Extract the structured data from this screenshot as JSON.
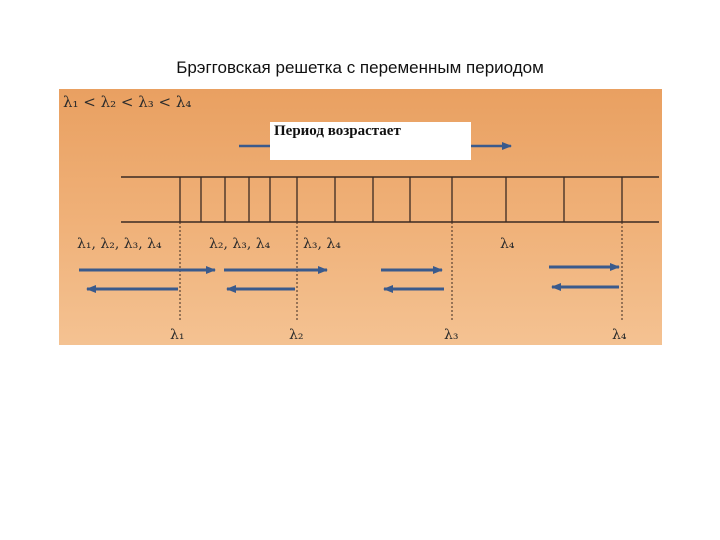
{
  "slide": {
    "title": "Брэгговская решетка с переменным периодом"
  },
  "figure": {
    "inequality": "λ₁ < λ₂ < λ₃ < λ₄",
    "period_label": "Период возрастает",
    "reflection_groups": [
      {
        "label": "λ₁, λ₂, λ₃, λ₄"
      },
      {
        "label": "λ₂, λ₃, λ₄"
      },
      {
        "label": "λ₃, λ₄"
      },
      {
        "label": "λ₄"
      }
    ],
    "bragg_points": [
      {
        "label": "λ₁"
      },
      {
        "label": "λ₂"
      },
      {
        "label": "λ₃"
      },
      {
        "label": "λ₄"
      }
    ],
    "colors": {
      "background_top": "#e9a061",
      "background_bottom": "#f4c292",
      "arrow": "#3a5a8c",
      "grating_line": "#3b2a22",
      "text": "#2c2c2c"
    }
  }
}
